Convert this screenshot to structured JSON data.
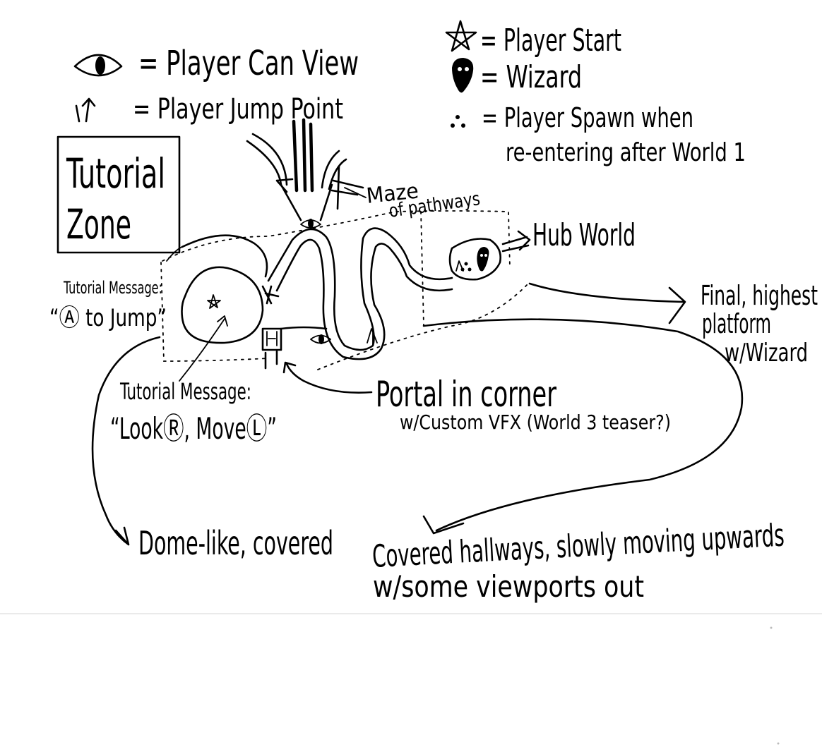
{
  "legend": {
    "eye_label": "= Player Can View",
    "jump_label": "= Player Jump Point",
    "start_label": "= Player Start",
    "wizard_label": "= Wizard",
    "spawn_label_line1": "= Player Spawn when",
    "spawn_label_line2": "re-entering after World 1"
  },
  "tutorial_zone": {
    "line1": "Tutorial",
    "line2": "Zone"
  },
  "labels": {
    "maze_line1": "Maze",
    "maze_line2": "of pathways",
    "hub_world": "Hub World",
    "tutorial_jump_line1": "Tutorial Message:",
    "tutorial_jump_line2": "“Ⓐ to Jump”",
    "tutorial_look_line1": "Tutorial Message:",
    "tutorial_look_line2": "“LookⓇ, MoveⓁ”",
    "portal_line1": "Portal in corner",
    "portal_line2": "w/Custom VFX (World 3 teaser?)",
    "final_line1": "Final, highest",
    "final_line2": "platform",
    "final_line3": "w/Wizard",
    "dome": "Dome-like, covered",
    "hallways_line1": "Covered hallways, slowly moving upwards",
    "hallways_line2": "w/some viewports out"
  },
  "colors": {
    "ink": "#000000",
    "paper": "#ffffff"
  }
}
